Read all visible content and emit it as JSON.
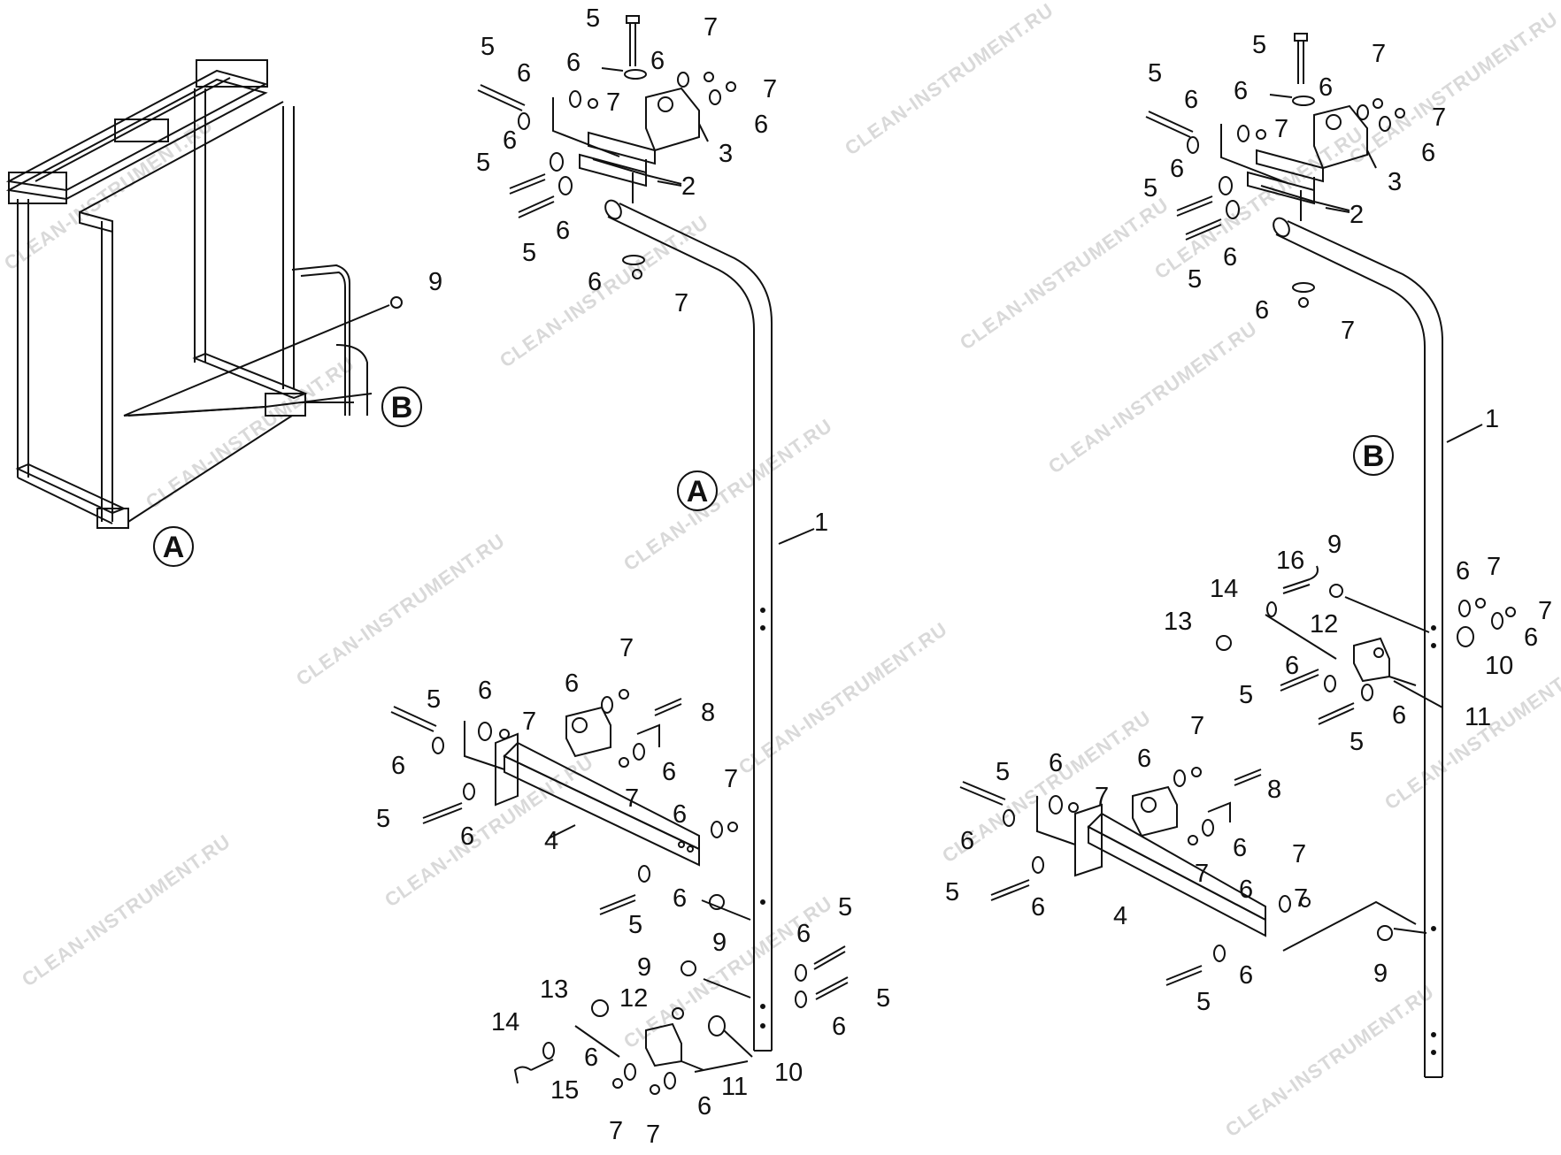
{
  "watermark": "CLEAN-INSTRUMENT.RU",
  "views": {
    "A": "A",
    "B": "B"
  },
  "callouts": [
    "1",
    "2",
    "3",
    "4",
    "5",
    "6",
    "7",
    "8",
    "9",
    "10",
    "11",
    "12",
    "13",
    "14",
    "15",
    "16"
  ]
}
